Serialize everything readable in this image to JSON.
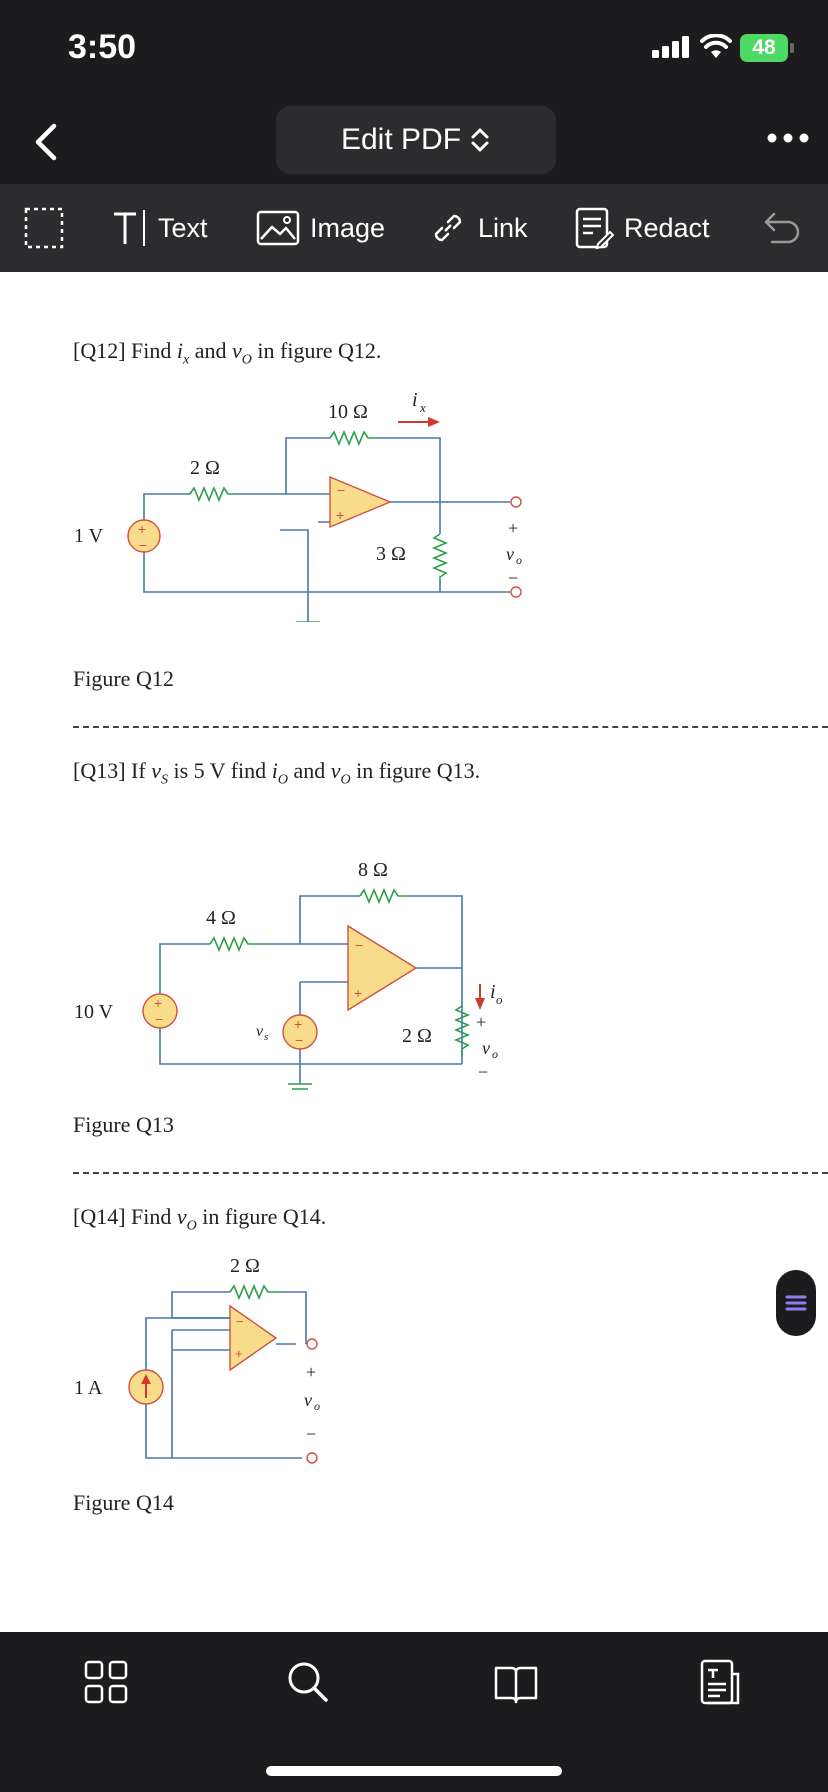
{
  "status": {
    "time": "3:50",
    "battery": "48"
  },
  "header": {
    "title": "Edit PDF"
  },
  "toolbar": {
    "text_label": "Text",
    "image_label": "Image",
    "link_label": "Link",
    "redact_label": "Redact"
  },
  "questions": [
    {
      "id": "Q12",
      "prefix": "[Q12] Find ",
      "var1": "i",
      "var1_sub": "x",
      "mid": " and ",
      "var2": "v",
      "var2_sub": "O",
      "suffix": " in figure Q12.",
      "figure": "Figure Q12"
    },
    {
      "id": "Q13",
      "prefix": "[Q13] If ",
      "var0": "v",
      "var0_sub": "S",
      "cond": " is 5 V find ",
      "var1": "i",
      "var1_sub": "O",
      "mid": " and ",
      "var2": "v",
      "var2_sub": "O",
      "suffix": " in figure Q13.",
      "figure": "Figure Q13"
    },
    {
      "id": "Q14",
      "prefix": "[Q14] Find ",
      "var2": "v",
      "var2_sub": "O",
      "suffix": " in figure Q14.",
      "figure": "Figure Q14"
    }
  ],
  "circuits": {
    "q12": {
      "source": "1 V",
      "r_in": "2 Ω",
      "r_fb": "10 Ω",
      "r_load": "3 Ω",
      "current": "i",
      "current_sub": "x",
      "out_plus": "+",
      "out_var": "v",
      "out_sub": "o",
      "out_minus": "−"
    },
    "q13": {
      "source": "10  V",
      "source_vs": "v",
      "source_vs_sub": "s",
      "r_in": "4 Ω",
      "r_fb": "8 Ω",
      "r_load": "2 Ω",
      "current": "i",
      "current_sub": "o",
      "out_plus": "+",
      "out_var": "v",
      "out_sub": "o",
      "out_minus": "−"
    },
    "q14": {
      "source": "1  A",
      "r_fb": "2 Ω",
      "out_plus": "+",
      "out_var": "v",
      "out_sub": "o",
      "out_minus": "−"
    }
  },
  "colors": {
    "wire": "#4a78a8",
    "opamp_fill": "#f8dc8c",
    "opamp_stroke": "#d05040",
    "resistor": "#2e9e4a",
    "arrow": "#d03a2e",
    "battery": "#4cd964"
  }
}
